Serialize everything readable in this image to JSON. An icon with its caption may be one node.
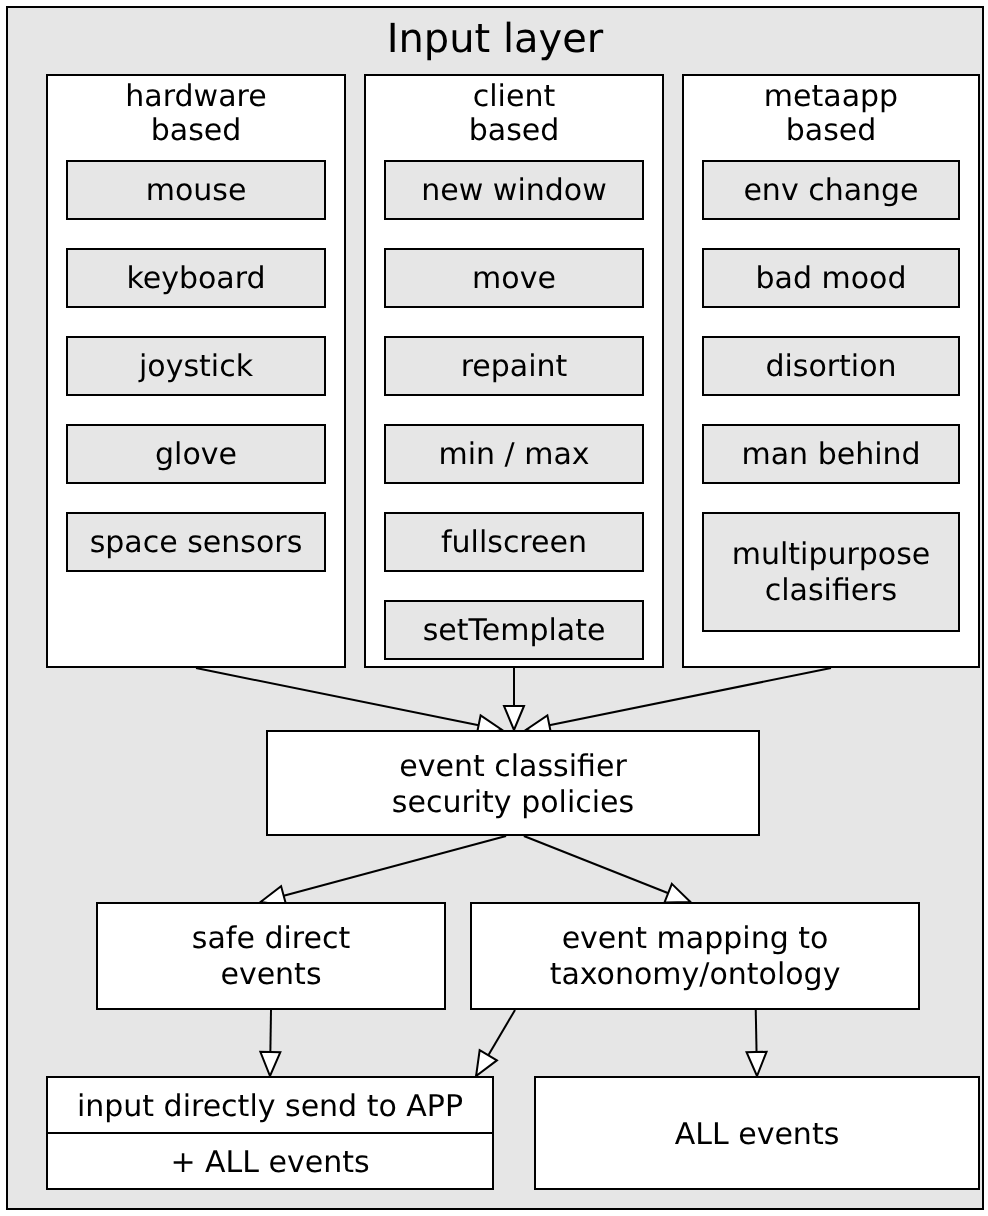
{
  "diagram": {
    "nodes": [
      {
        "text": [
          "Input layer"
        ]
      },
      {
        "text": [
          "hardware based"
        ],
        "in": 0
      },
      {
        "text": [
          "mouse"
        ],
        "in": 1
      },
      {
        "text": [
          "keyboard"
        ],
        "in": 1
      },
      {
        "text": [
          "joystick"
        ],
        "in": 1
      },
      {
        "text": [
          "glove"
        ],
        "in": 1
      },
      {
        "text": [
          "space sensors"
        ],
        "in": 1
      },
      {
        "text": [
          "client based"
        ],
        "in": 0
      },
      {
        "text": [
          "new window"
        ],
        "in": 7
      },
      {
        "text": [
          "move"
        ],
        "in": 7
      },
      {
        "text": [
          "repaint"
        ],
        "in": 7
      },
      {
        "text": [
          "min / max"
        ],
        "in": 7
      },
      {
        "text": [
          "fullscreen"
        ],
        "in": 7
      },
      {
        "text": [
          "setTemplate"
        ],
        "in": 7
      },
      {
        "text": [
          "metaapp based"
        ],
        "in": 0
      },
      {
        "text": [
          "env change"
        ],
        "in": 14
      },
      {
        "text": [
          "bad mood"
        ],
        "in": 14
      },
      {
        "text": [
          "disortion"
        ],
        "in": 14
      },
      {
        "text": [
          "man behind"
        ],
        "in": 14
      },
      {
        "text": [
          "multipurpose clasifiers"
        ],
        "in": 14
      },
      {
        "text": [
          "event classifier security policies"
        ],
        "in": 0
      },
      {
        "text": [
          "safe direct events"
        ],
        "in": 0
      },
      {
        "text": [
          "event mapping to taxonomy/ontology"
        ],
        "in": 0
      },
      {
        "text": [
          "input directly send to APP",
          "+ ALL events"
        ],
        "in": 0
      },
      {
        "text": [
          "ALL events"
        ],
        "in": 0
      }
    ],
    "edges": [
      {
        "from": 1,
        "to": 20,
        "arrow": "to"
      },
      {
        "from": 7,
        "to": 20,
        "arrow": "to"
      },
      {
        "from": 14,
        "to": 20,
        "arrow": "to"
      },
      {
        "from": 20,
        "to": 21,
        "arrow": "to"
      },
      {
        "from": 20,
        "to": 22,
        "arrow": "to"
      },
      {
        "from": 21,
        "to": 23,
        "arrow": "to"
      },
      {
        "from": 22,
        "to": 23,
        "arrow": "to"
      },
      {
        "from": 22,
        "to": 24,
        "arrow": "to"
      }
    ]
  }
}
